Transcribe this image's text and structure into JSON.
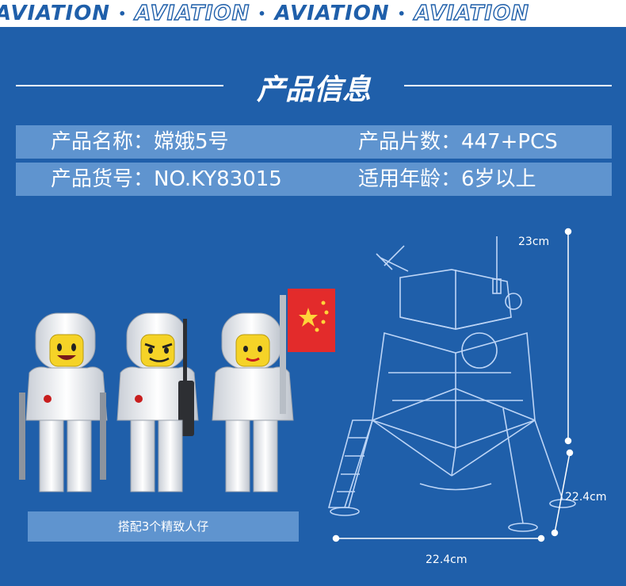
{
  "banner": {
    "words": [
      "AVIATION",
      "AVIATION",
      "AVIATION",
      "AVIATION"
    ],
    "separator": "•"
  },
  "section_title": "产品信息",
  "info": {
    "name": "产品名称：嫦娥5号",
    "pieces": "产品片数：447+PCS",
    "item_no": "产品货号：NO.KY83015",
    "age": "适用年龄：6岁以上"
  },
  "figures_caption": "搭配3个精致人仔",
  "dimensions": {
    "height": "23cm",
    "depth": "22.4cm",
    "width": "22.4cm"
  },
  "colors": {
    "background": "#1f5faa",
    "bar": "#5f94cf",
    "text": "#ffffff",
    "flag_red": "#e32b2b",
    "flag_star": "#ffd43a"
  }
}
